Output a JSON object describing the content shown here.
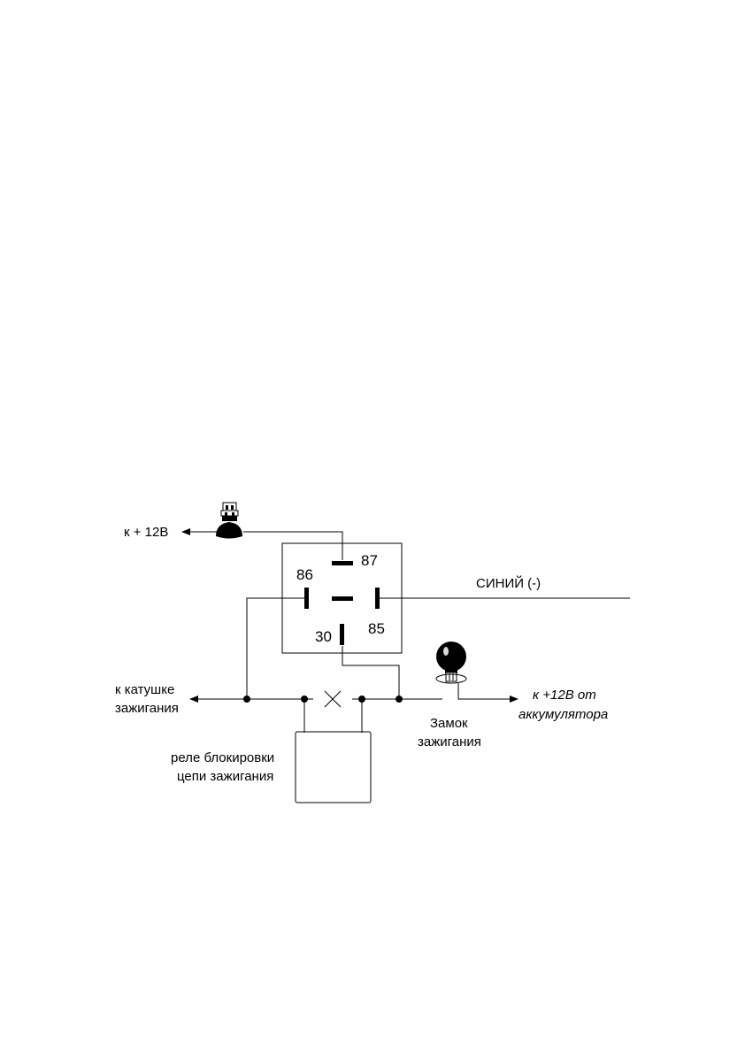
{
  "colors": {
    "line": "#000000",
    "background": "#ffffff"
  },
  "labels": {
    "plus12v_fuse": "к + 12В",
    "blue_wire": "СИНИЙ (-)",
    "to_coil_1": "к  катушке",
    "to_coil_2": "зажигания",
    "battery_1": "к  +12В от",
    "battery_2": "аккумулятора",
    "ignition_lock_1": "Замок",
    "ignition_lock_2": "зажигания",
    "blocking_relay_1": "реле блокировки",
    "blocking_relay_2": "цепи зажигания"
  },
  "relay_pins": {
    "p87": "87",
    "p86": "86",
    "p85": "85",
    "p30": "30"
  },
  "icons": {
    "fuse": "fuse-icon",
    "ignition_key": "ignition-key-icon"
  }
}
